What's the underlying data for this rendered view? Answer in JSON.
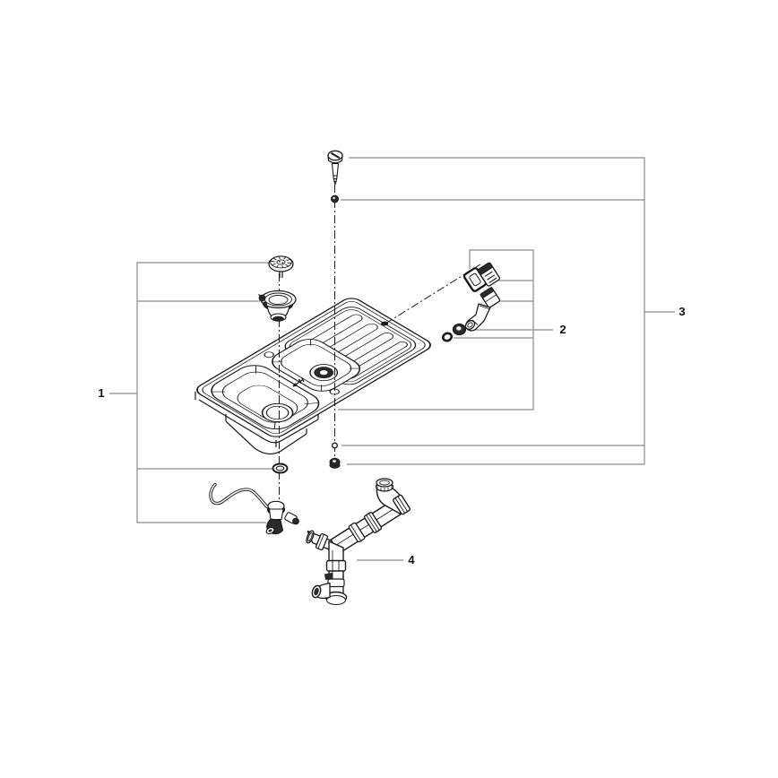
{
  "diagram": {
    "description": "Exploded parts diagram of a kitchen sink with strainer, overflow assembly, mounting screws and drain trap piping",
    "background_color": "#ffffff",
    "line_color": "#1a1a1a",
    "callout_line_color": "#8a8a8a",
    "callouts": [
      {
        "label": "1"
      },
      {
        "label": "2"
      },
      {
        "label": "3"
      },
      {
        "label": "4"
      }
    ]
  }
}
